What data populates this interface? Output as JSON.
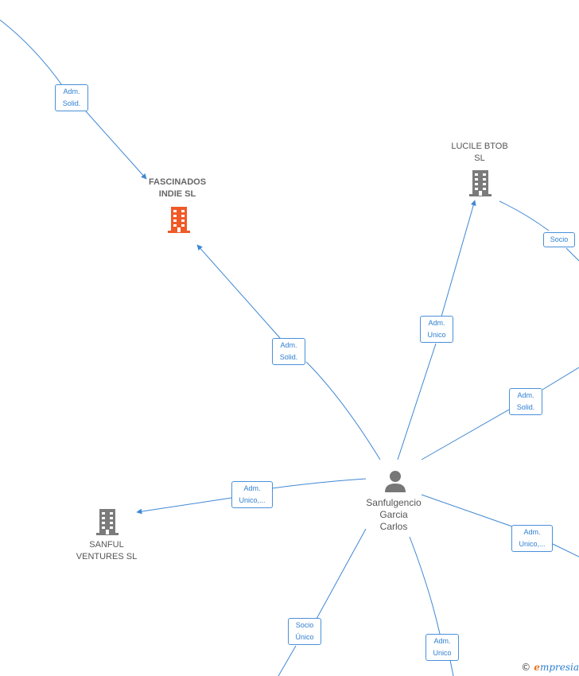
{
  "colors": {
    "edge": "#3f87d3",
    "company_gray": "#7b7b7b",
    "company_highlight": "#f05a28",
    "person": "#777777"
  },
  "nodes": {
    "fascinados": {
      "name_line1": "FASCINADOS",
      "name_line2": "INDIE  SL",
      "icon": "building-icon"
    },
    "lucile": {
      "name_line1": "LUCILE BTOB",
      "name_line2": "SL",
      "icon": "building-icon"
    },
    "sanful": {
      "name_line1": "SANFUL",
      "name_line2": "VENTURES  SL",
      "icon": "building-icon"
    },
    "person": {
      "name_line1": "Sanfulgencio",
      "name_line2": "Garcia",
      "name_line3": "Carlos",
      "icon": "person-icon"
    }
  },
  "edge_labels": {
    "top_left": {
      "line1": "Adm.",
      "line2": "Solid."
    },
    "fascinados_person": {
      "line1": "Adm.",
      "line2": "Solid."
    },
    "lucile_person": {
      "line1": "Adm.",
      "line2": "Unico"
    },
    "lucile_right": {
      "line1": "Socio"
    },
    "right_upper": {
      "line1": "Adm.",
      "line2": "Solid."
    },
    "sanful_person": {
      "line1": "Adm.",
      "line2": "Unico,..."
    },
    "right_lower": {
      "line1": "Adm.",
      "line2": "Unico,..."
    },
    "bottom_left": {
      "line1": "Socio",
      "line2": "Único"
    },
    "bottom_right": {
      "line1": "Adm.",
      "line2": "Unico"
    }
  },
  "footer": {
    "copyright": "©",
    "brand_initial": "e",
    "brand_rest": "mpresia"
  }
}
